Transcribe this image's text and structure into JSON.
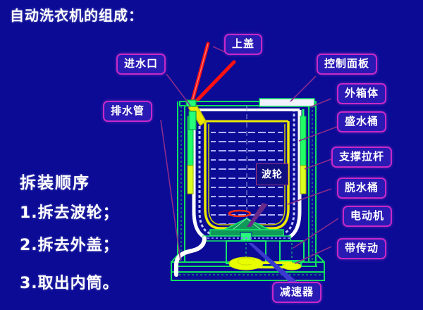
{
  "page": {
    "title": "自动洗衣机的组成：",
    "background_color": "#0b0b96",
    "label_border_color": "#c828c8",
    "label_fill_color": "#2a1ab4",
    "pointer_color": "#8b2b8b",
    "lid_color": "#ff0000"
  },
  "callouts": {
    "inlet": "进水口",
    "lid": "上盖",
    "control_panel": "控制面板",
    "outer_case": "外箱体",
    "water_tub": "盛水桶",
    "support_rod": "支撑拉杆",
    "spin_drum": "脱水桶",
    "motor": "电动机",
    "belt_drive": "带传动",
    "drain_pipe": "排水管",
    "reducer": "减速器",
    "pulsator": "波轮"
  },
  "sequence": {
    "heading": "拆装顺序",
    "steps": [
      "1.拆去波轮；",
      "2.拆去外盖；",
      "3.取出内筒。"
    ]
  },
  "diagram": {
    "name": "自动洗衣机剖面图",
    "colors": {
      "outer_case": "#00e05a",
      "tub": "#c8c8ff",
      "drum": "#e8e800",
      "water_lines": "#b0b0ff",
      "pulley": "#e8ff00",
      "hose": "#ffffff",
      "inlet_valve": "#00ff66"
    }
  }
}
